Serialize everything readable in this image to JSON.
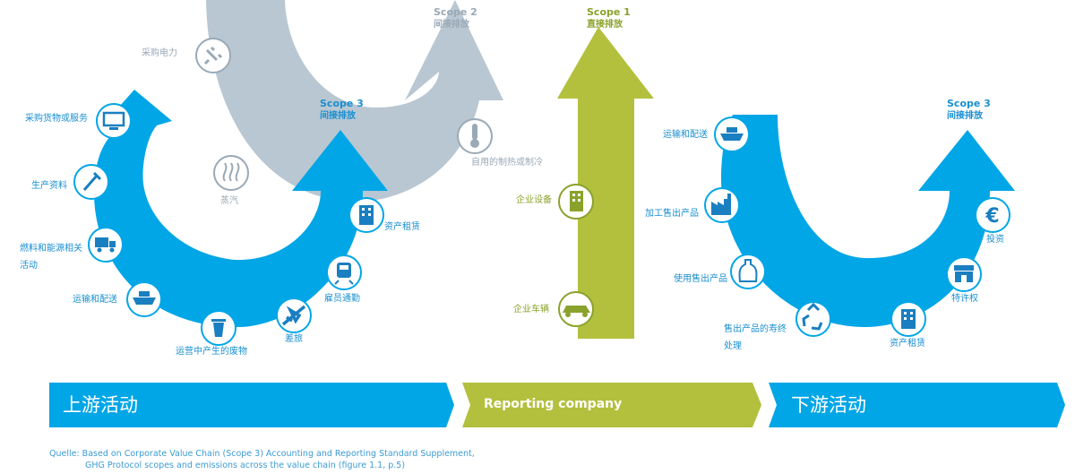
{
  "scope2": {
    "title": "Scope 2",
    "subtitle": "间接排放"
  },
  "scope1": {
    "title": "Scope 1",
    "subtitle": "直接排放"
  },
  "scope3_up": {
    "title": "Scope 3",
    "subtitle": "间接排放"
  },
  "scope3_down": {
    "title": "Scope 3",
    "subtitle": "间接排放"
  },
  "gray_labels": {
    "electricity": "采购电力",
    "steam": "蒸汽",
    "heating": "自用的制热或制冷"
  },
  "upstream_labels": {
    "goods": "采购货物或服务",
    "capital": "生产资料",
    "fuel_line1": "燃料和能源相关",
    "fuel_line2": "活动",
    "transport": "运输和配送",
    "waste": "运营中产生的废物",
    "travel": "差旅",
    "commute": "雇员通勤",
    "leased": "资产租赁"
  },
  "company_labels": {
    "facilities": "企业设备",
    "vehicles": "企业车辆"
  },
  "downstream_labels": {
    "transport": "运输和配送",
    "processing": "加工售出产品",
    "use": "使用售出产品",
    "eol_line1": "售出产品的寿终",
    "eol_line2": "处理",
    "leased": "资产租赁",
    "franchise": "特许权",
    "investments": "投资"
  },
  "bands": {
    "upstream": "上游活动",
    "company": "Reporting company",
    "downstream": "下游活动"
  },
  "source": {
    "line1": "Quelle: Based on Corporate Value Chain (Scope 3) Accounting and Reporting Standard Supplement,",
    "line2": "GHG Protocol scopes and emissions across the value chain (figure 1.1, p.5)"
  },
  "icons": {
    "electricity": "plug-icon",
    "steam": "steam-icon",
    "heating": "thermometer-icon",
    "goods": "monitor-icon",
    "capital": "pen-tool-icon",
    "fuel": "truck-icon",
    "transport": "ship-icon",
    "waste": "trash-icon",
    "travel": "airplane-icon",
    "commute": "train-icon",
    "leased": "building-icon",
    "facilities": "building-icon",
    "vehicles": "car-icon",
    "processing": "factory-icon",
    "use": "bottle-icon",
    "eol": "recycle-icon",
    "franchise": "shop-icon",
    "investments": "euro-icon"
  },
  "colors": {
    "blue": "#00a6e6",
    "gray": "#b9c7d2",
    "green": "#b3c03e",
    "label_blue": "#1a8fd0"
  }
}
